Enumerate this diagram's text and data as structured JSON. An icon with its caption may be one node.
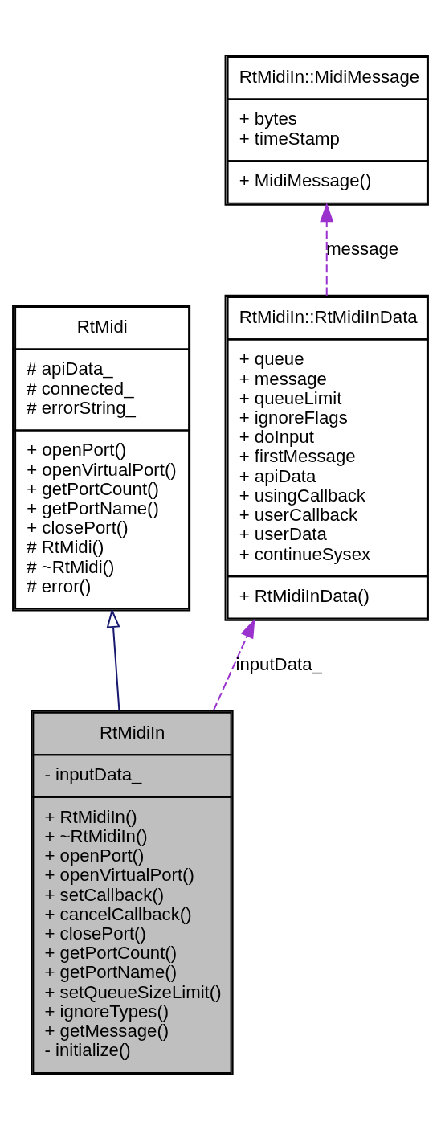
{
  "diagram": {
    "nodes": [
      {
        "text": [
          "RtMidiIn::MidiMessage",
          "+ bytes",
          "+ timeStamp",
          "+ MidiMessage()"
        ]
      },
      {
        "text": [
          "RtMidi",
          "# apiData_",
          "# connected_",
          "# errorString_",
          "+ openPort()",
          "+ openVirtualPort()",
          "+ getPortCount()",
          "+ getPortName()",
          "+ closePort()",
          "# RtMidi()",
          "# ~RtMidi()",
          "# error()"
        ]
      },
      {
        "text": [
          "RtMidiIn::RtMidiInData",
          "+ queue",
          "+ message",
          "+ queueLimit",
          "+ ignoreFlags",
          "+ doInput",
          "+ firstMessage",
          "+ apiData",
          "+ usingCallback",
          "+ userCallback",
          "+ userData",
          "+ continueSysex",
          "+ RtMidiInData()"
        ]
      },
      {
        "text": [
          "RtMidiIn",
          "- inputData_",
          "+ RtMidiIn()",
          "+ ~RtMidiIn()",
          "+ openPort()",
          "+ openVirtualPort()",
          "+ setCallback()",
          "+ cancelCallback()",
          "+ closePort()",
          "+ getPortCount()",
          "+ getPortName()",
          "+ setQueueSizeLimit()",
          "+ ignoreTypes()",
          "+ getMessage()",
          "- initialize()"
        ]
      }
    ],
    "edges": [
      {
        "from": 2,
        "to": 0,
        "arrow": "to",
        "label": "message",
        "style": "dashed"
      },
      {
        "from": 3,
        "to": 1,
        "arrow": "to",
        "color": "#191970"
      },
      {
        "from": 3,
        "to": 2,
        "arrow": "to",
        "label": "inputData_",
        "style": "dashed"
      }
    ]
  }
}
